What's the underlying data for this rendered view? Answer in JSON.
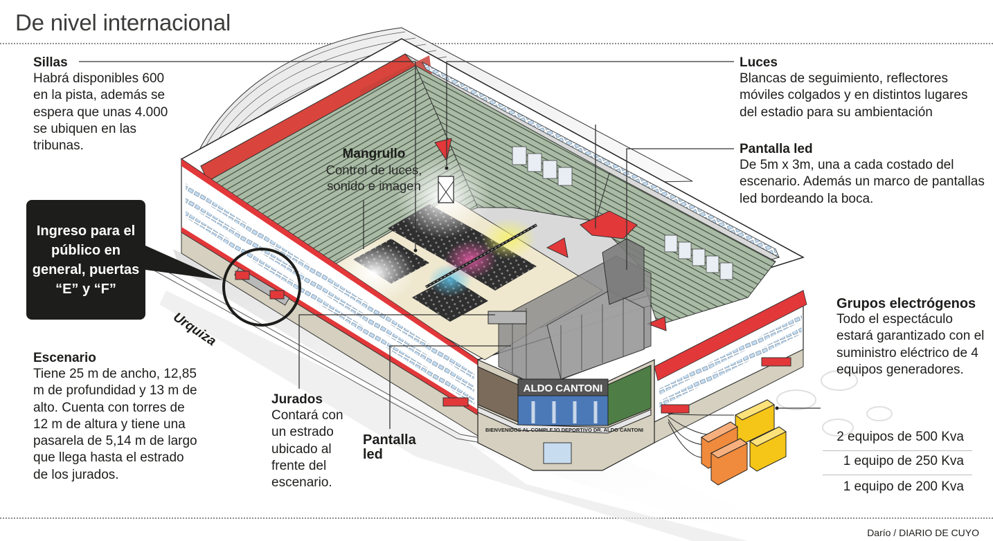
{
  "title": "De nivel internacional",
  "credit": "Darío / DIARIO DE CUYO",
  "street_label": "Urquiza",
  "callouts": {
    "sillas": {
      "heading": "Sillas",
      "body": "Habrá disponibles 600 en la pista, además se espera que unas 4.000 se ubiquen en las tribunas."
    },
    "ingreso": {
      "body": "Ingreso para el público en general, puertas “E” y “F”"
    },
    "escenario": {
      "heading": "Escenario",
      "body": "Tiene 25 m de ancho, 12,85 m de profundidad y 13 m de alto. Cuenta con torres de 12 m de altura y tiene una pasarela de 5,14 m de largo que llega hasta el estrado de los jurados."
    },
    "mangrullo": {
      "heading": "Mangrullo",
      "body": "Control de luces, sonido e imagen"
    },
    "jurados": {
      "heading": "Jurados",
      "body": "Contará con un estrado ubicado al frente del escenario."
    },
    "pantalla_front": {
      "heading": "Pantalla led"
    },
    "luces": {
      "heading": "Luces",
      "body": "Blancas de seguimiento, reflectores móviles colgados y en distintos lugares del estadio para su ambientación"
    },
    "pantalla_led": {
      "heading": "Pantalla led",
      "body": "De 5m x 3m, una a cada costado del escenario. Además un marco de pantallas led bordeando la boca."
    },
    "grupos": {
      "heading": "Grupos electrógenos",
      "body": "Todo el espectáculo estará garantizado con el suministro eléctrico de 4 equipos generadores.",
      "equipment": [
        "2 equipos de 500 Kva",
        "1 equipo de 250 Kva",
        "1 equipo de 200 Kva"
      ]
    }
  },
  "stadium": {
    "facade_sign": "ALDO CANTONI",
    "facade_banner": "BIENVENIDOS AL COMPLEJO DEPORTIVO DR. ALDO CANTONI",
    "colors": {
      "red": "#e2383a",
      "tribune_green": "#9fb39c",
      "generator_yellow": "#f5c518",
      "generator_orange": "#f08a3c",
      "base_beige": "#d5d0bf",
      "window_blue": "#c7dcef"
    }
  }
}
